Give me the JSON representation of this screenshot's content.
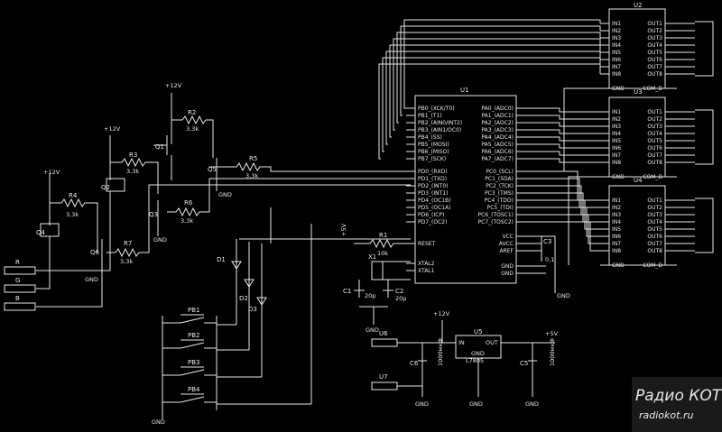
{
  "u1": {
    "ref": "U1",
    "left_pins": [
      "PB0_(XCK/T0)",
      "PB1_(T1)",
      "PB2_(AIN0/INT2)",
      "PB3_(AIN1/OC0)",
      "PB4_(SS)",
      "PB5_(MOSI)",
      "PB6_(MISO)",
      "PB7_(SCK)",
      "PD0_(RXD)",
      "PD1_(TXD)",
      "PD2_(INT0)",
      "PD3_(INT1)",
      "PD4_(OC1B)",
      "PD5_(OC1A)",
      "PD6_(ICP)",
      "PD7_(OC2)",
      "RESET",
      "XTAL2",
      "XTAL1"
    ],
    "right_pins": [
      "PA0_(ADC0)",
      "PA1_(ADC1)",
      "PA2_(ADC2)",
      "PA3_(ADC3)",
      "PA4_(ADC4)",
      "PA5_(ADC5)",
      "PA6_(ADC6)",
      "PA7_(ADC7)",
      "PC0_(SCL)",
      "PC1_(SDA)",
      "PC2_(TCK)",
      "PC3_(TMS)",
      "PC4_(TDO)",
      "PC5_(TDI)",
      "PC6_(TOSC1)",
      "PC7_(TOSC2)",
      "VCC",
      "AVCC",
      "AREF",
      "GND",
      "GND"
    ]
  },
  "drivers": [
    {
      "ref": "U2"
    },
    {
      "ref": "U3"
    },
    {
      "ref": "U4"
    }
  ],
  "driver_in": [
    "IN1",
    "IN2",
    "IN3",
    "IN4",
    "IN5",
    "IN6",
    "IN7",
    "IN8",
    "GND"
  ],
  "driver_out": [
    "OUT1",
    "OUT2",
    "OUT3",
    "OUT4",
    "OUT5",
    "OUT6",
    "OUT7",
    "OUT8",
    "COM_D"
  ],
  "resistors": [
    {
      "ref": "R1",
      "value": "10k"
    },
    {
      "ref": "R2",
      "value": "3,3k"
    },
    {
      "ref": "R3",
      "value": "3,3k"
    },
    {
      "ref": "R4",
      "value": "3,3k"
    },
    {
      "ref": "R5",
      "value": "3,3k"
    },
    {
      "ref": "R6",
      "value": "3,3k"
    },
    {
      "ref": "R7",
      "value": "3,3k"
    }
  ],
  "transistors": [
    "Q1",
    "Q2",
    "Q3",
    "Q4",
    "Q5",
    "Q6"
  ],
  "capacitors": [
    {
      "ref": "C1",
      "value": "20p"
    },
    {
      "ref": "C2",
      "value": "20p"
    },
    {
      "ref": "C3",
      "value": "0,1"
    },
    {
      "ref": "C5",
      "value": "1000мкФ"
    },
    {
      "ref": "C6",
      "value": "1000мкФ"
    }
  ],
  "crystal": {
    "ref": "X1"
  },
  "regulator": {
    "ref": "U5",
    "in": "IN",
    "out": "OUT",
    "gnd": "GND",
    "type": "L7805"
  },
  "rails": {
    "p12": "+12V",
    "p5": "+5V",
    "gnd": "GND"
  },
  "diodes": [
    "D1",
    "D2",
    "D3"
  ],
  "buttons": [
    "PB1",
    "PB2",
    "PB3",
    "PB4"
  ],
  "connectors": [
    "R",
    "G",
    "B",
    "U6",
    "U7"
  ],
  "watermark": {
    "line1": "Радио КОТ",
    "line2": "radiokot.ru"
  }
}
